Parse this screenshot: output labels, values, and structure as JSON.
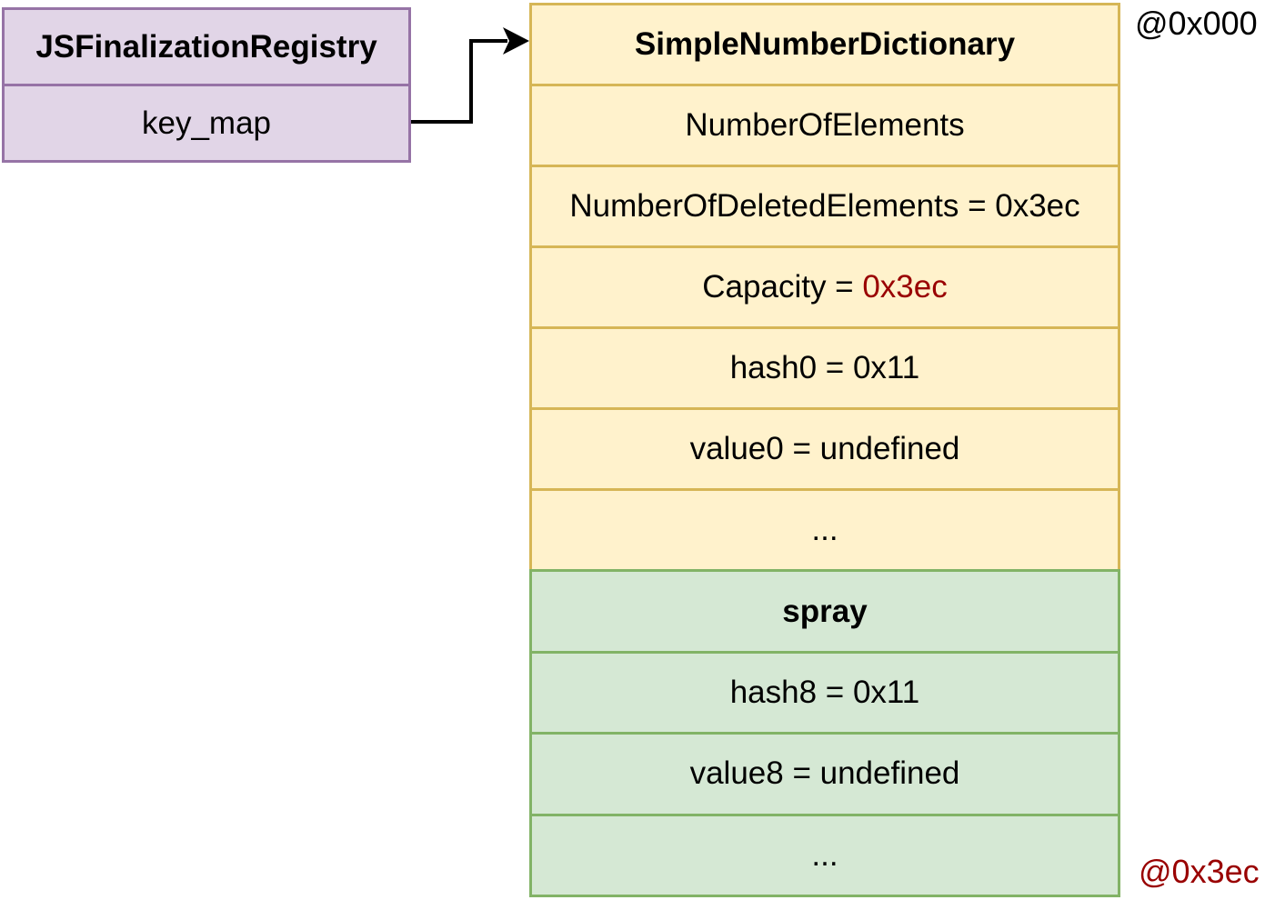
{
  "registry": {
    "title": "JSFinalizationRegistry",
    "fields": [
      "key_map"
    ]
  },
  "dictionary": {
    "title": "SimpleNumberDictionary",
    "rows": [
      {
        "text": "NumberOfElements"
      },
      {
        "text": "NumberOfDeletedElements = 0x3ec"
      },
      {
        "prefix": "Capacity = ",
        "highlight": "0x3ec"
      },
      {
        "text": "hash0 = 0x11"
      },
      {
        "text": "value0 = undefined"
      },
      {
        "text": "..."
      }
    ]
  },
  "spray": {
    "title": "spray",
    "rows": [
      {
        "text": "hash8 = 0x11"
      },
      {
        "text": "value8 = undefined"
      },
      {
        "text": "..."
      }
    ]
  },
  "annotations": {
    "top_address": "@0x000",
    "bottom_address": "@0x3ec"
  },
  "colors": {
    "registry_fill": "#e1d5e7",
    "registry_stroke": "#9673a6",
    "dictionary_fill": "#fff2cc",
    "dictionary_stroke": "#d6b656",
    "spray_fill": "#d5e8d4",
    "spray_stroke": "#82b366",
    "highlight_red": "#990000",
    "arrow": "#000000"
  }
}
